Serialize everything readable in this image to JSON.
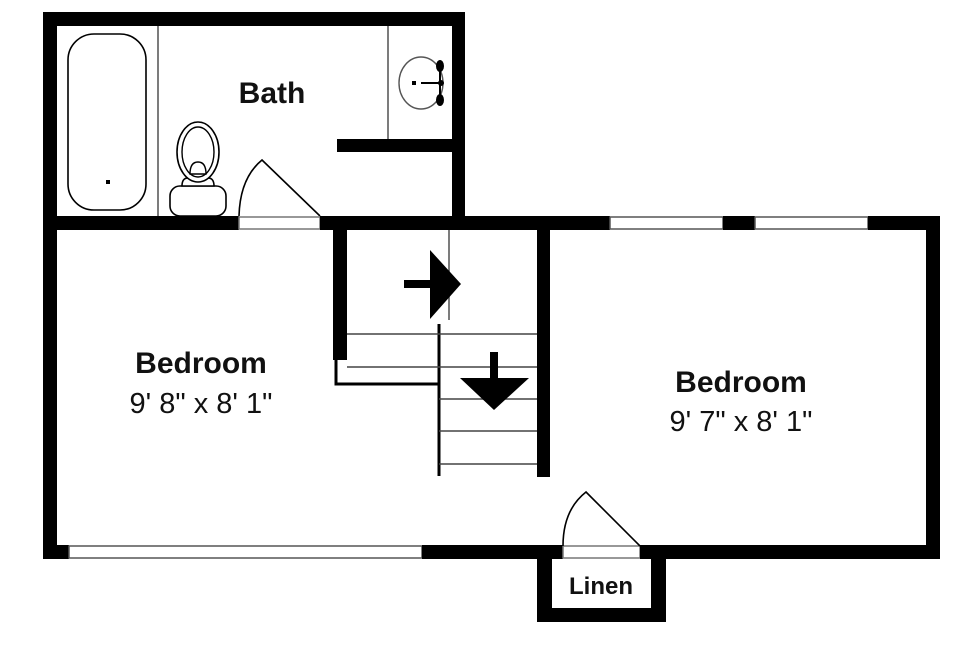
{
  "floor_plan": {
    "rooms": [
      {
        "id": "bath",
        "label": "Bath",
        "dimensions": null
      },
      {
        "id": "bedroom-left",
        "label": "Bedroom",
        "dimensions": "9' 8\" x 8' 1\""
      },
      {
        "id": "bedroom-right",
        "label": "Bedroom",
        "dimensions": "9' 7\" x 8' 1\""
      },
      {
        "id": "linen",
        "label": "Linen",
        "dimensions": null
      }
    ],
    "fixtures": [
      "bathtub-icon",
      "toilet-icon",
      "sink-icon",
      "stairs-icon",
      "direction-arrow-right-icon",
      "direction-arrow-down-icon"
    ],
    "colors": {
      "wall": "#000000",
      "background": "#ffffff"
    }
  }
}
